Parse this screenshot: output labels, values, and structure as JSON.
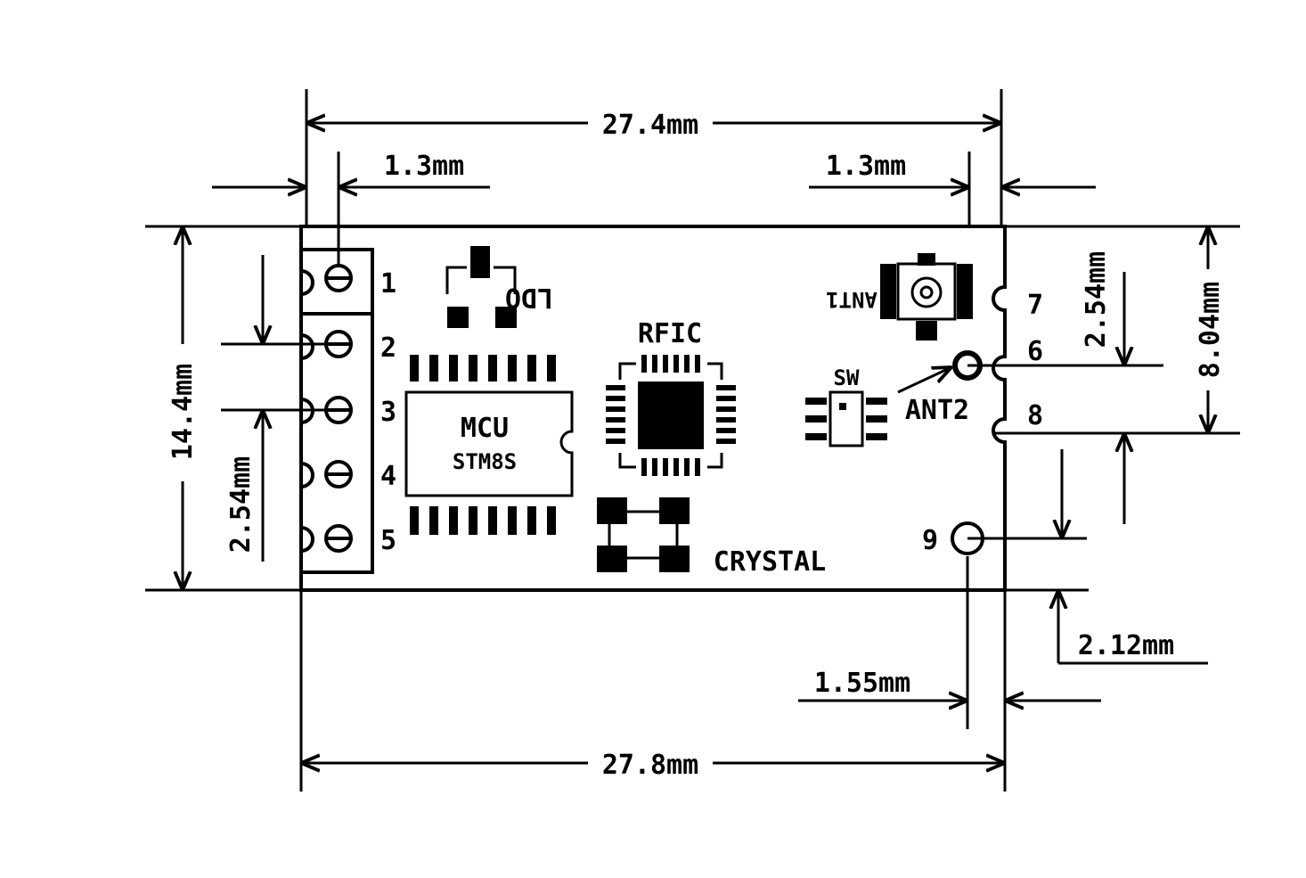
{
  "dimensions": {
    "top_width": "27.4mm",
    "bottom_width": "27.8mm",
    "left_offset": "1.3mm",
    "right_offset": "1.3mm",
    "height": "14.4mm",
    "left_pitch": "2.54mm",
    "right_pitch": "2.54mm",
    "right_height": "8.04mm",
    "pin9_from_bottom": "2.12mm",
    "pin9_from_edge": "1.55mm"
  },
  "pins_left": [
    "1",
    "2",
    "3",
    "4",
    "5"
  ],
  "pins_right": [
    "7",
    "6",
    "8",
    "9"
  ],
  "components": {
    "ldo": "LDO",
    "mcu": "MCU",
    "mcu_part": "STM8S",
    "rfic": "RFIC",
    "crystal": "CRYSTAL",
    "switch": "SW",
    "ant1": "ANT1",
    "ant2": "ANT2"
  }
}
